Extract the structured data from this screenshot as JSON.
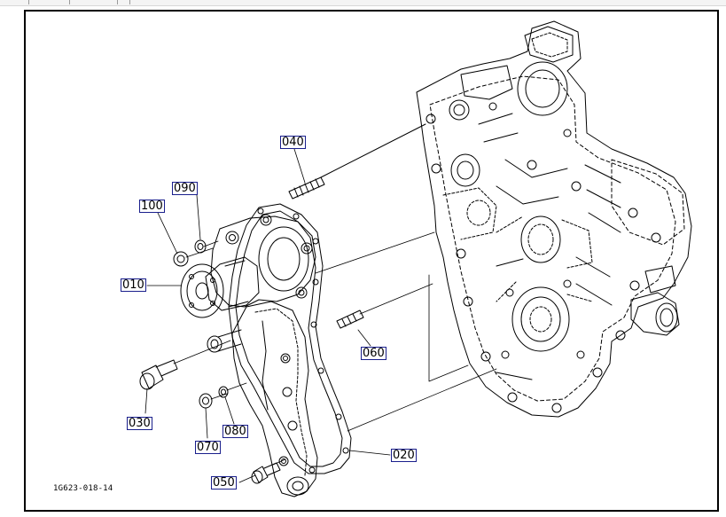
{
  "figure": {
    "code": "1G623-018-14",
    "accent_color": "#1a1f8c",
    "ink_color": "#000000"
  },
  "callouts": [
    {
      "label": "010"
    },
    {
      "label": "020"
    },
    {
      "label": "030"
    },
    {
      "label": "040"
    },
    {
      "label": "050"
    },
    {
      "label": "060"
    },
    {
      "label": "070"
    },
    {
      "label": "080"
    },
    {
      "label": "090"
    },
    {
      "label": "100"
    }
  ]
}
